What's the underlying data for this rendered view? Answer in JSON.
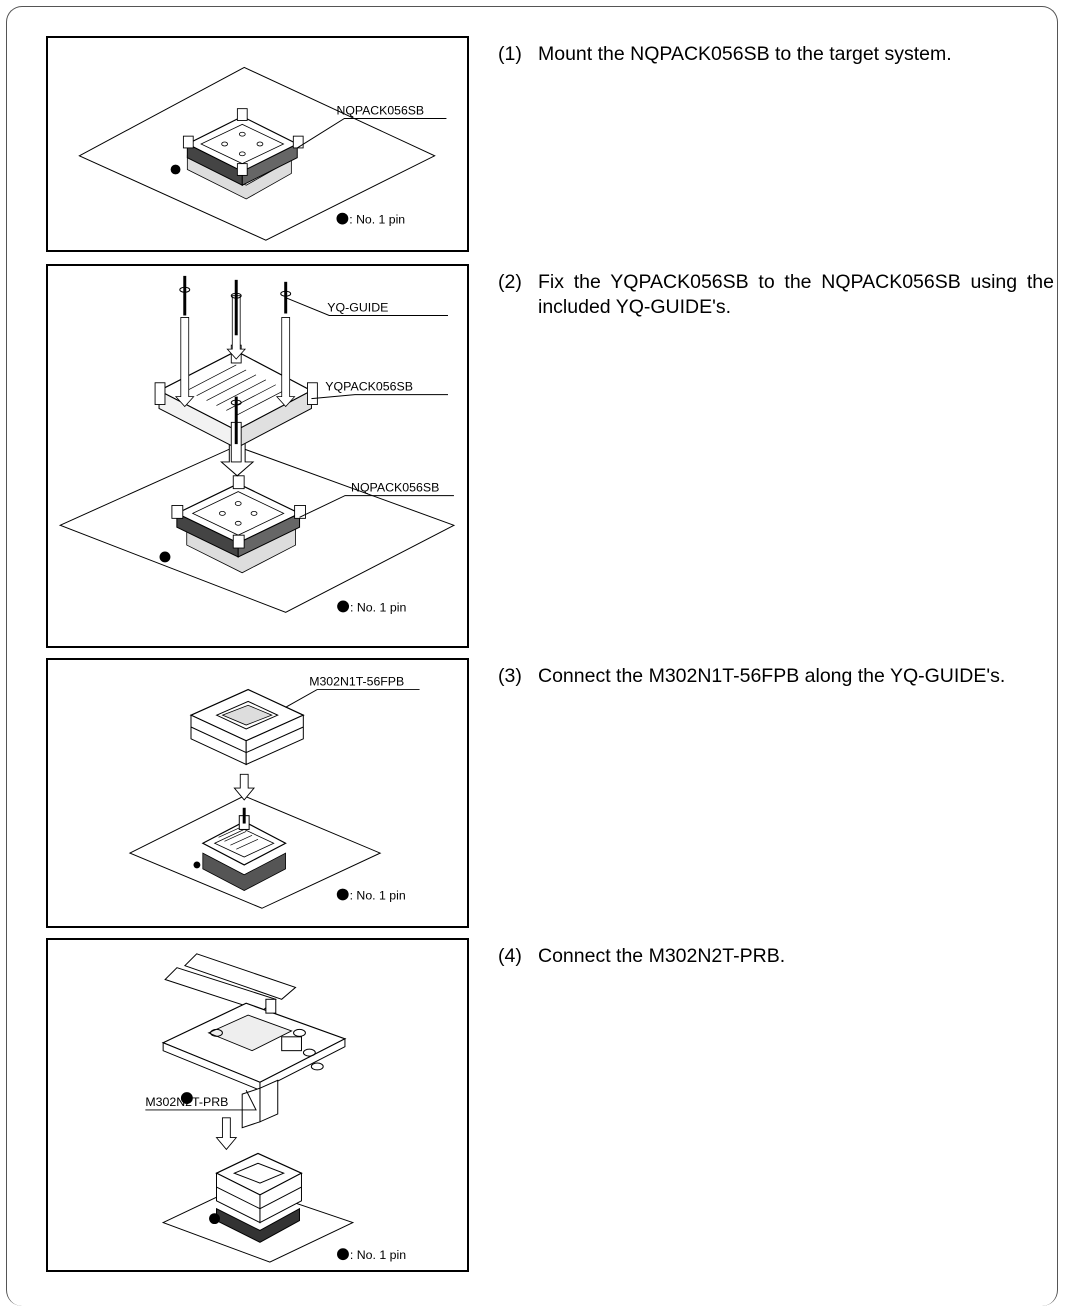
{
  "steps": [
    {
      "num": "(1)",
      "text": "Mount the NQPACK056SB to the target system."
    },
    {
      "num": "(2)",
      "text": "Fix the YQPACK056SB to the NQPACK056SB using the included YQ-GUIDE's."
    },
    {
      "num": "(3)",
      "text": "Connect the M302N1T-56FPB along the YQ-GUIDE's."
    },
    {
      "num": "(4)",
      "text": "Connect the M302N2T-PRB."
    }
  ],
  "figures": {
    "fig1": {
      "label_nqpack": "NQPACK056SB",
      "pin_note": ": No. 1 pin"
    },
    "fig2": {
      "label_guide": "YQ-GUIDE",
      "label_yqpack": "YQPACK056SB",
      "label_nqpack": "NQPACK056SB",
      "pin_note": ": No. 1 pin"
    },
    "fig3": {
      "label_probe": "M302N1T-56FPB",
      "pin_note": ": No. 1 pin"
    },
    "fig4": {
      "label_probe": "M302N2T-PRB",
      "pin_note": ": No. 1 pin"
    }
  }
}
